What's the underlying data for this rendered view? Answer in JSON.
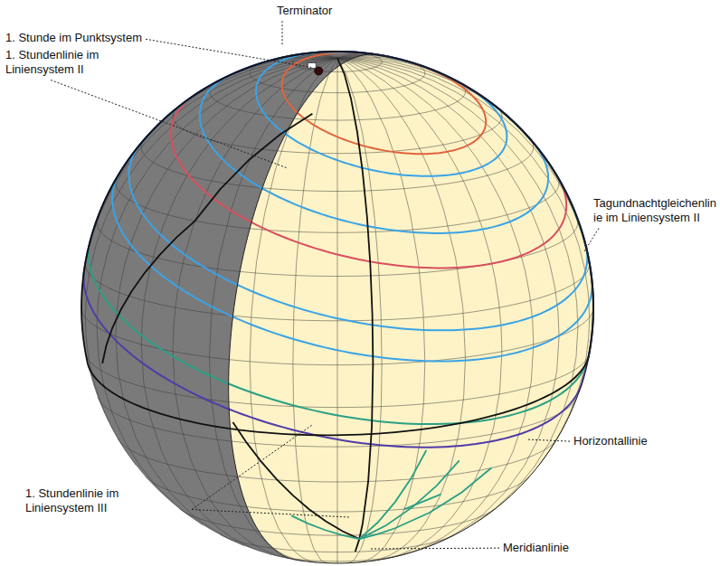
{
  "diagram": {
    "labels": [
      "Terminator",
      "1. Stunde im Punktsystem",
      "1. Stundenlinie im Liniensystem II",
      "Tagundnachtgleichenlinie im Liniensystem II",
      "Horizontallinie",
      "1. Stundenlinie im Liniensystem III",
      "Meridianlinie"
    ]
  }
}
